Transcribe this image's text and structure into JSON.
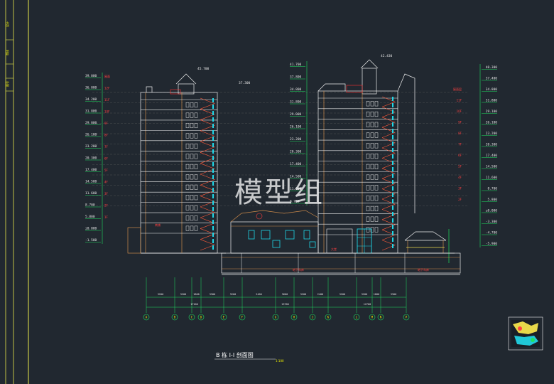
{
  "title": "B 栋 I-I 剖面图",
  "scale": "1:100",
  "watermark": "模型组",
  "side_labels": [
    "设计",
    "审核",
    "图号"
  ],
  "left_levels": [
    "39.000",
    "36.000",
    "34.200",
    "31.800",
    "29.000",
    "26.100",
    "23.200",
    "20.300",
    "17.400",
    "14.500",
    "11.600",
    "8.700",
    "5.800",
    "±0.000",
    "-1.500"
  ],
  "left_floor_marks": [
    "屋面",
    "12F",
    "11F",
    "10F",
    "9F",
    "8F",
    "7F",
    "6F",
    "5F",
    "4F",
    "3F",
    "2F",
    "1F"
  ],
  "mid_levels": [
    "41.700",
    "37.800",
    "34.800",
    "31.800",
    "29.000",
    "26.100",
    "23.200",
    "20.300",
    "17.400",
    "14.500",
    "11.600",
    "8.700"
  ],
  "right_levels": [
    "40.300",
    "37.400",
    "34.800",
    "31.800",
    "29.100",
    "26.100",
    "23.200",
    "20.300",
    "17.400",
    "14.500",
    "11.600",
    "8.700",
    "5.800",
    "±0.000",
    "-3.300",
    "-4.700",
    "-5.900"
  ],
  "right_floor_marks": [
    "屋面层",
    "11F",
    "10F",
    "9F",
    "8F",
    "7F",
    "6F",
    "5F",
    "4F",
    "3F",
    "2F"
  ],
  "top_levels": {
    "left_tower": "45.700",
    "right_tower": "42.430",
    "mid_left": "37.300"
  },
  "room_labels": [
    "商铺",
    "大堂",
    "地下车库",
    "地下车库"
  ],
  "axes": [
    "A",
    "B",
    "C",
    "D",
    "E",
    "F",
    "G",
    "H",
    "J",
    "K",
    "L",
    "M",
    "N",
    "P"
  ],
  "dims_top": [
    "3200",
    "3200",
    "1800",
    "3300",
    "3200",
    "2400",
    "3600",
    "3200",
    "2400",
    "3200",
    "3200",
    "1800",
    "3300"
  ],
  "dims_bottom": [
    "17100",
    "13700",
    "12700"
  ]
}
